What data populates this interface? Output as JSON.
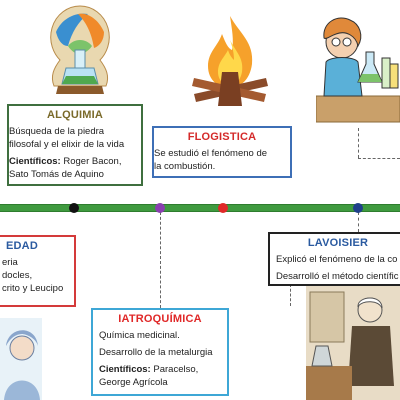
{
  "colors": {
    "timeline": "#3f9a3f",
    "alquimia": "#7a6a2a",
    "iatroquimica": "#3ea7d6",
    "flogistica": "#3e6fb6",
    "lavoisier": "#222222",
    "antiguedad": "#d43a3a"
  },
  "icons": {
    "alquimia": "alchemy-flask-icon",
    "flogistica": "campfire-icon",
    "scientist": "scientist-lab-icon",
    "lavoisier_scene": "lavoisier-laboratory-icon",
    "antiguedad": "ancient-woman-icon"
  },
  "alquimia": {
    "title": "ALQUIMIA",
    "line1": "Búsqueda de la piedra",
    "line2": "filosofal y el elixir de la vida",
    "sci_label": "Científicos:",
    "sci_value": " Roger Bacon,",
    "sci_line2": "Sato Tomás de Aquino"
  },
  "flogistica": {
    "title": "FLOGISTICA",
    "line1": "Se estudió el fenómeno de",
    "line2": "la combustión."
  },
  "antiguedad": {
    "title": "EDAD",
    "line1": "eria",
    "line2": "docles,",
    "line3": "crito y Leucipo"
  },
  "iatroquimica": {
    "title": "IATROQUÍMICA",
    "line1": "Química medicinal.",
    "line2": "Desarrollo de la metalurgia",
    "sci_label": "Científicos:",
    "sci_value": " Paracelso,",
    "sci_line2": "George Agrícola"
  },
  "lavoisier": {
    "title": "LAVOISIER",
    "line1": "Explicó el fenómeno de la co",
    "line2": "Desarrolló el método científic"
  }
}
